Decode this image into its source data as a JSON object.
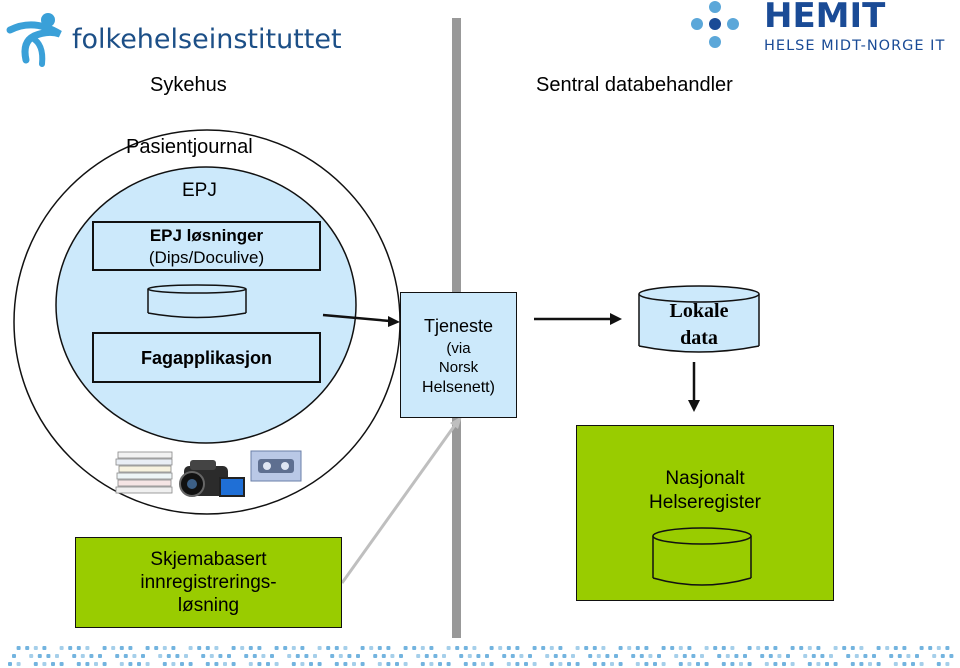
{
  "logos": {
    "left": {
      "text": "folkehelseinstituttet",
      "color": "#1c4f87",
      "icon": "person-swirl-icon"
    },
    "right": {
      "name": "HEMIT",
      "subtitle": "HELSE MIDT-NORGE IT",
      "color": "#1a4b96",
      "icon": "cross-dots-icon"
    }
  },
  "headings": {
    "left": "Sykehus",
    "right": "Sentral databehandler"
  },
  "hospital": {
    "outer_label": "Pasientjournal",
    "inner_label": "EPJ",
    "epj_box": {
      "line1": "EPJ løsninger",
      "line2": "(Dips/Doculive)"
    },
    "fag_box": "Fagapplikasjon",
    "icons": [
      "paper-stack-icon",
      "video-camera-icon",
      "cassette-icon"
    ]
  },
  "service": {
    "line1": "Tjeneste",
    "line2": "(via",
    "line3": "Norsk",
    "line4": "Helsenett)"
  },
  "local": {
    "line1": "Lokale",
    "line2": "data"
  },
  "registry": {
    "line1": "Nasjonalt",
    "line2": "Helseregister"
  },
  "form": {
    "line1": "Skjemabasert",
    "line2": "innregistrerings-",
    "line3": "løsning"
  },
  "colors": {
    "light_blue": "#cce9fb",
    "green": "#99cc00",
    "divider": "#999999",
    "dot_blue": "#5ba7d9"
  }
}
